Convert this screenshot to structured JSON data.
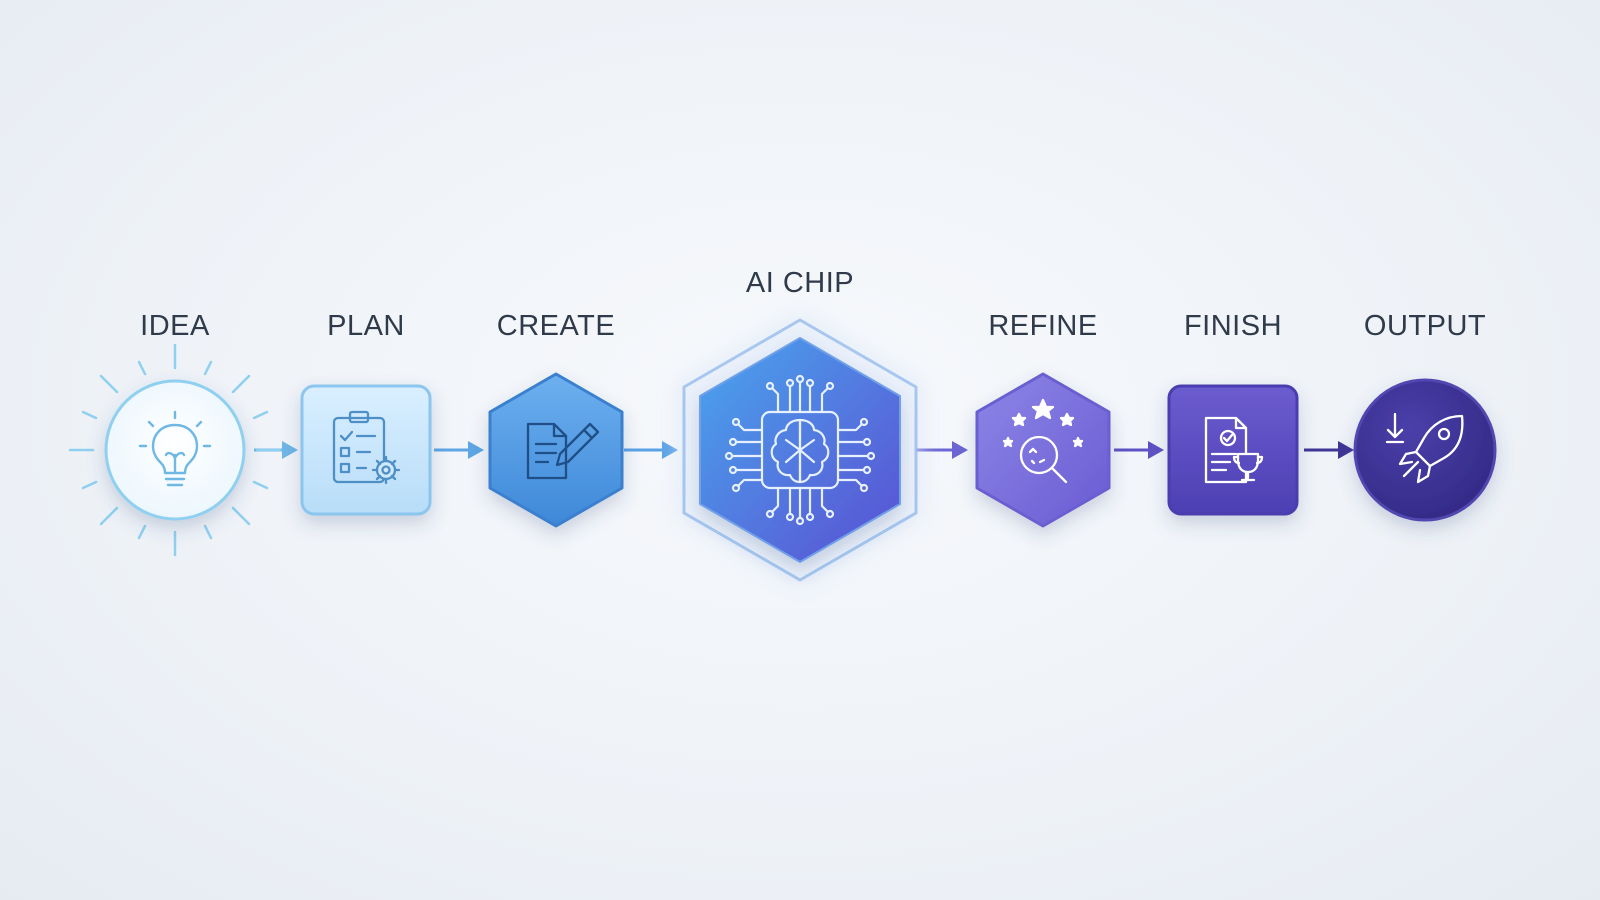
{
  "steps": [
    {
      "label": "IDEA",
      "icon": "lightbulb-icon"
    },
    {
      "label": "PLAN",
      "icon": "clipboard-gear-icon"
    },
    {
      "label": "CREATE",
      "icon": "document-pen-icon"
    },
    {
      "label": "AI CHIP",
      "icon": "brain-chip-icon"
    },
    {
      "label": "REFINE",
      "icon": "stars-magnifier-icon"
    },
    {
      "label": "FINISH",
      "icon": "certificate-trophy-icon"
    },
    {
      "label": "OUTPUT",
      "icon": "rocket-icon"
    }
  ],
  "colors": {
    "idea": "#7cc6ea",
    "plan": "#6fb2e8",
    "create": "#4f97de",
    "chip": "#5b7fe0",
    "refine": "#7a6ad8",
    "finish": "#6452c6",
    "output": "#3f3496",
    "label": "#2f3a4a"
  }
}
